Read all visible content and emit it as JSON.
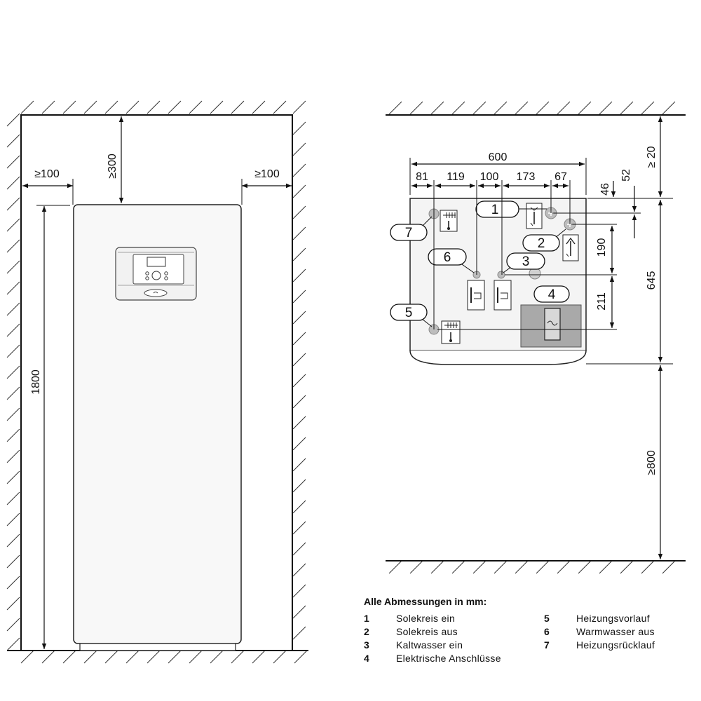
{
  "left_view": {
    "dim_left_clearance": "≥100",
    "dim_top_clearance": "≥300",
    "dim_right_clearance": "≥100",
    "dim_height": "1800"
  },
  "right_view": {
    "dim_total_width": "600",
    "dim_segments": [
      "81",
      "119",
      "100",
      "173",
      "67"
    ],
    "dim_top_wall": "≥ 20",
    "dim_52": "52",
    "dim_46": "46",
    "dim_190": "190",
    "dim_211": "211",
    "dim_645": "645",
    "dim_front_clearance": "≥800",
    "callouts": [
      "1",
      "2",
      "3",
      "4",
      "5",
      "6",
      "7"
    ]
  },
  "legend": {
    "title": "Alle Abmessungen in mm:",
    "items": [
      {
        "num": "1",
        "label": "Solekreis ein"
      },
      {
        "num": "2",
        "label": "Solekreis aus"
      },
      {
        "num": "3",
        "label": "Kaltwasser ein"
      },
      {
        "num": "4",
        "label": "Elektrische Anschlüsse"
      },
      {
        "num": "5",
        "label": "Heizungsvorlauf"
      },
      {
        "num": "6",
        "label": "Warmwasser aus"
      },
      {
        "num": "7",
        "label": "Heizungsrücklauf"
      }
    ]
  },
  "colors": {
    "line": "#1a1a1a",
    "panel": "#f4f4f4",
    "connector": "#bdbdbd",
    "electric_box": "#a9a9a9"
  }
}
